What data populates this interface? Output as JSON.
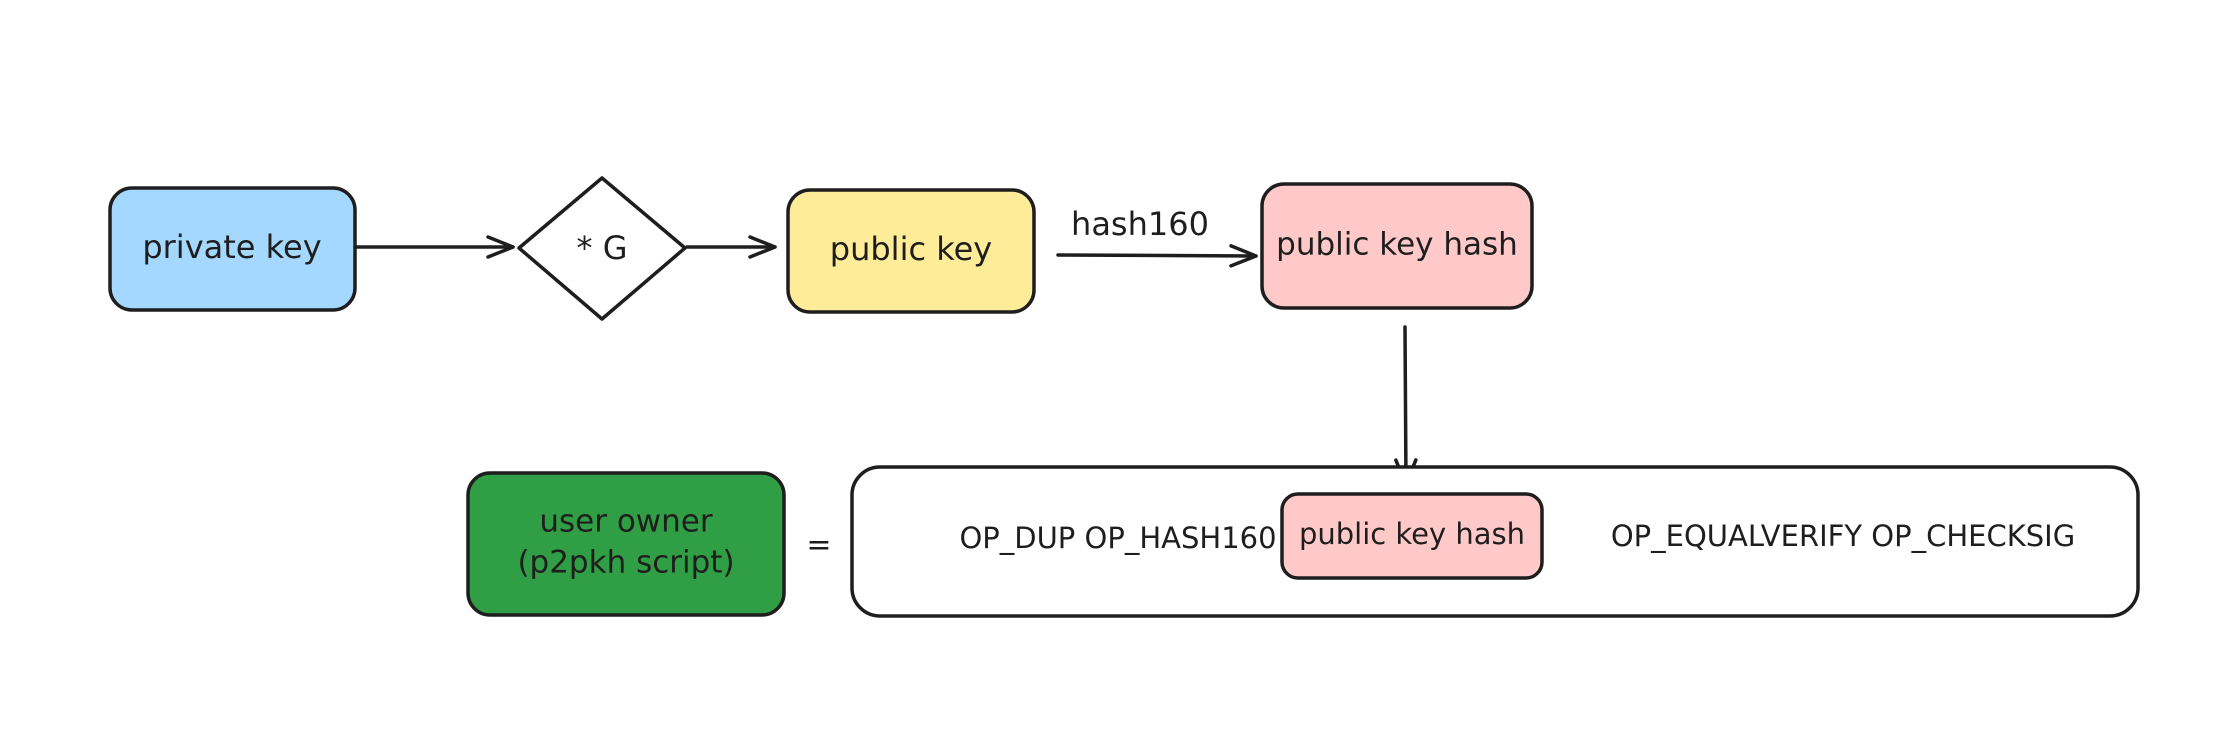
{
  "diagram": {
    "nodes": {
      "private_key": {
        "label": "private key",
        "fill": "#a5d8ff"
      },
      "generator": {
        "label": "* G",
        "fill": "#ffffff"
      },
      "public_key": {
        "label": "public key",
        "fill": "#ffec99"
      },
      "public_key_hash": {
        "label": "public key hash",
        "fill": "#ffc9c9"
      },
      "user_owner": {
        "line1": "user owner",
        "line2": "(p2pkh script)",
        "fill": "#2f9e44"
      },
      "equals": {
        "label": "="
      },
      "script": {
        "prefix": "OP_DUP OP_HASH160",
        "inner_label": "public key hash",
        "inner_fill": "#ffc9c9",
        "suffix": "OP_EQUALVERIFY OP_CHECKSIG",
        "fill": "#ffffff"
      }
    },
    "edges": {
      "pubkey_to_hash_label": "hash160"
    },
    "colors": {
      "stroke": "#1e1e1e"
    }
  }
}
